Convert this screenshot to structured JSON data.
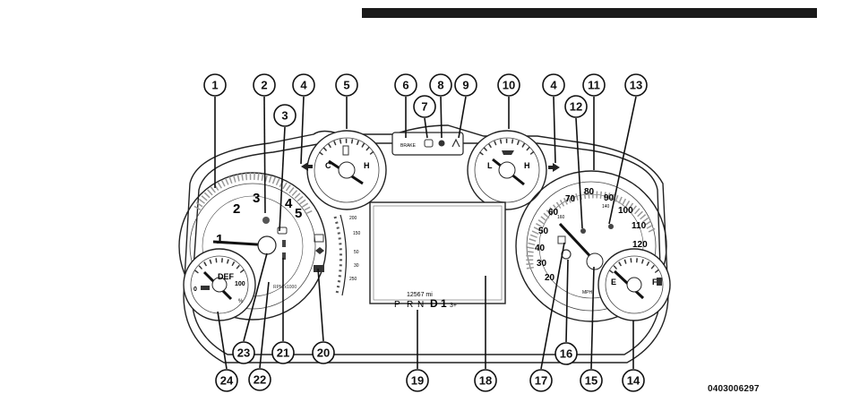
{
  "figure_code": "0403006297",
  "callouts_top": [
    "1",
    "2",
    "3",
    "4",
    "5",
    "6",
    "7",
    "8",
    "9",
    "10",
    "4",
    "11",
    "13",
    "12"
  ],
  "callouts_bottom": [
    "24",
    "23",
    "22",
    "21",
    "20",
    "19",
    "18",
    "17",
    "16",
    "15",
    "14"
  ],
  "tach": {
    "numbers": [
      "1",
      "2",
      "3",
      "4",
      "5"
    ]
  },
  "speedo": {
    "mph": [
      "20",
      "30",
      "40",
      "50",
      "60",
      "70",
      "80",
      "90",
      "100",
      "110",
      "120"
    ],
    "kmh": [
      "140",
      "160"
    ]
  },
  "temp_gauge": {
    "low": "C",
    "high": "H"
  },
  "oil_gauge": {
    "low": "L",
    "high": "H"
  },
  "fuel_gauge": {
    "low": "E",
    "high": "F"
  },
  "def_gauge": {
    "label": "DEF",
    "low": "0",
    "high": "100",
    "unit": "%"
  },
  "tach_unit": "RPM x1000",
  "speed_unit": "MPH",
  "warning_brake": "BRAKE",
  "trans_scale": [
    "200",
    "150",
    "50",
    "30",
    "250"
  ],
  "odometer": "12567 mi",
  "gear": {
    "p": "P",
    "r": "R",
    "n": "N",
    "d": "D",
    "one": "1",
    "three": "3+"
  }
}
